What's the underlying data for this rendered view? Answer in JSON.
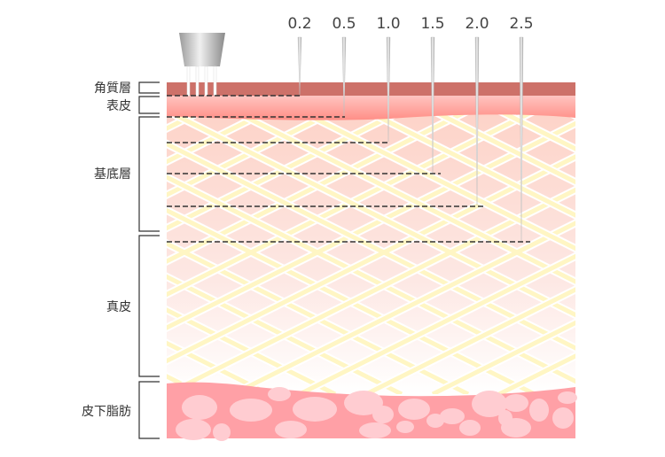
{
  "layers": [
    {
      "label": "角質層"
    },
    {
      "label": "表皮"
    },
    {
      "label": "基底層"
    },
    {
      "label": "真皮"
    },
    {
      "label": "皮下脂肪"
    }
  ],
  "needle_depths": [
    "0.2",
    "0.5",
    "1.0",
    "1.5",
    "2.0",
    "2.5"
  ],
  "colors": {
    "stratum_corneum": "#cd7169",
    "epidermis": "#ff9c94",
    "dermis": "#fcd8cc",
    "collagen": "#fff6c4",
    "fat": "#ffa0a6",
    "fat_cells": "#ffccd1"
  }
}
